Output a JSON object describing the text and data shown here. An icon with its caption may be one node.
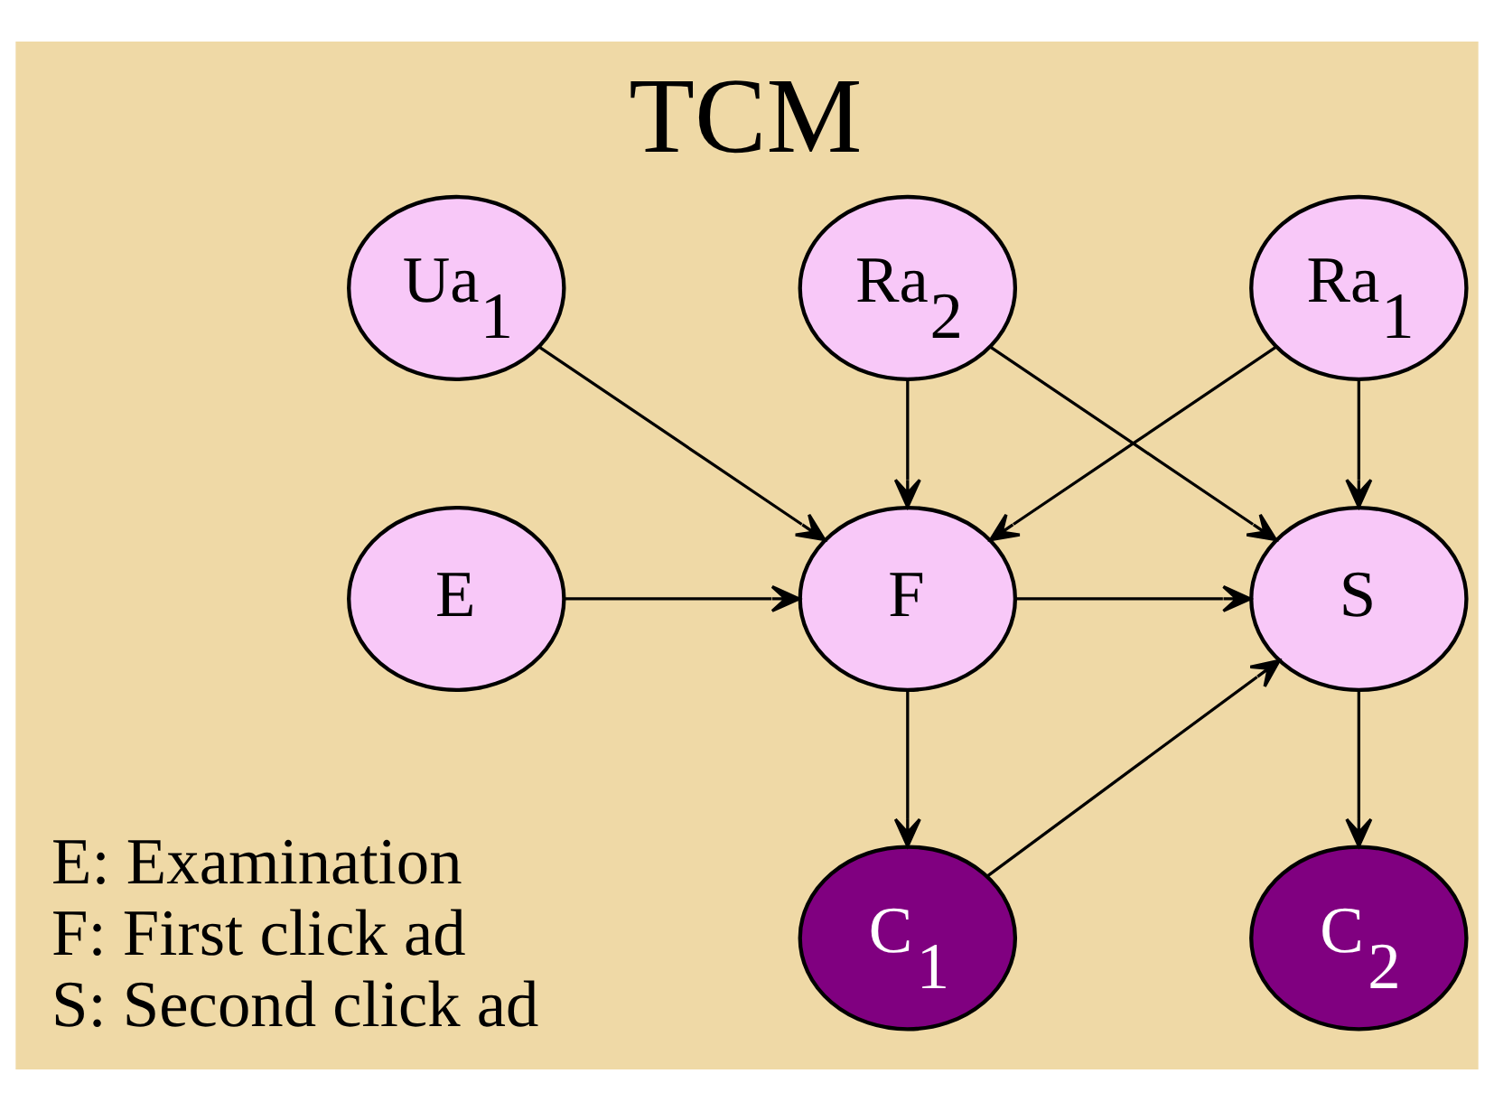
{
  "diagram": {
    "title": "TCM",
    "nodes": [
      {
        "text": [
          "Ua$_{1}$"
        ]
      },
      {
        "text": [
          "Ra$_{1}$"
        ]
      },
      {
        "text": [
          "Ra$_{2}$"
        ]
      },
      {
        "text": [
          "E"
        ]
      },
      {
        "text": [
          "F"
        ]
      },
      {
        "text": [
          "S"
        ]
      },
      {
        "text": [
          "C$_{1}$"
        ]
      },
      {
        "text": [
          "C$_{2}$"
        ]
      }
    ],
    "edges": [
      {
        "from": 0,
        "to": 4,
        "arrow": "to"
      },
      {
        "from": 1,
        "to": 4,
        "arrow": "to"
      },
      {
        "from": 1,
        "to": 5,
        "arrow": "to"
      },
      {
        "from": 2,
        "to": 4,
        "arrow": "to"
      },
      {
        "from": 2,
        "to": 5,
        "arrow": "to"
      },
      {
        "from": 3,
        "to": 4,
        "arrow": "to"
      },
      {
        "from": 4,
        "to": 5,
        "arrow": "to"
      },
      {
        "from": 4,
        "to": 6,
        "arrow": "to"
      },
      {
        "from": 6,
        "to": 5,
        "arrow": "to"
      },
      {
        "from": 5,
        "to": 7,
        "arrow": "to"
      }
    ],
    "labels": [
      "E: Examination",
      "F: First click ad",
      "S: Second click ad"
    ]
  }
}
